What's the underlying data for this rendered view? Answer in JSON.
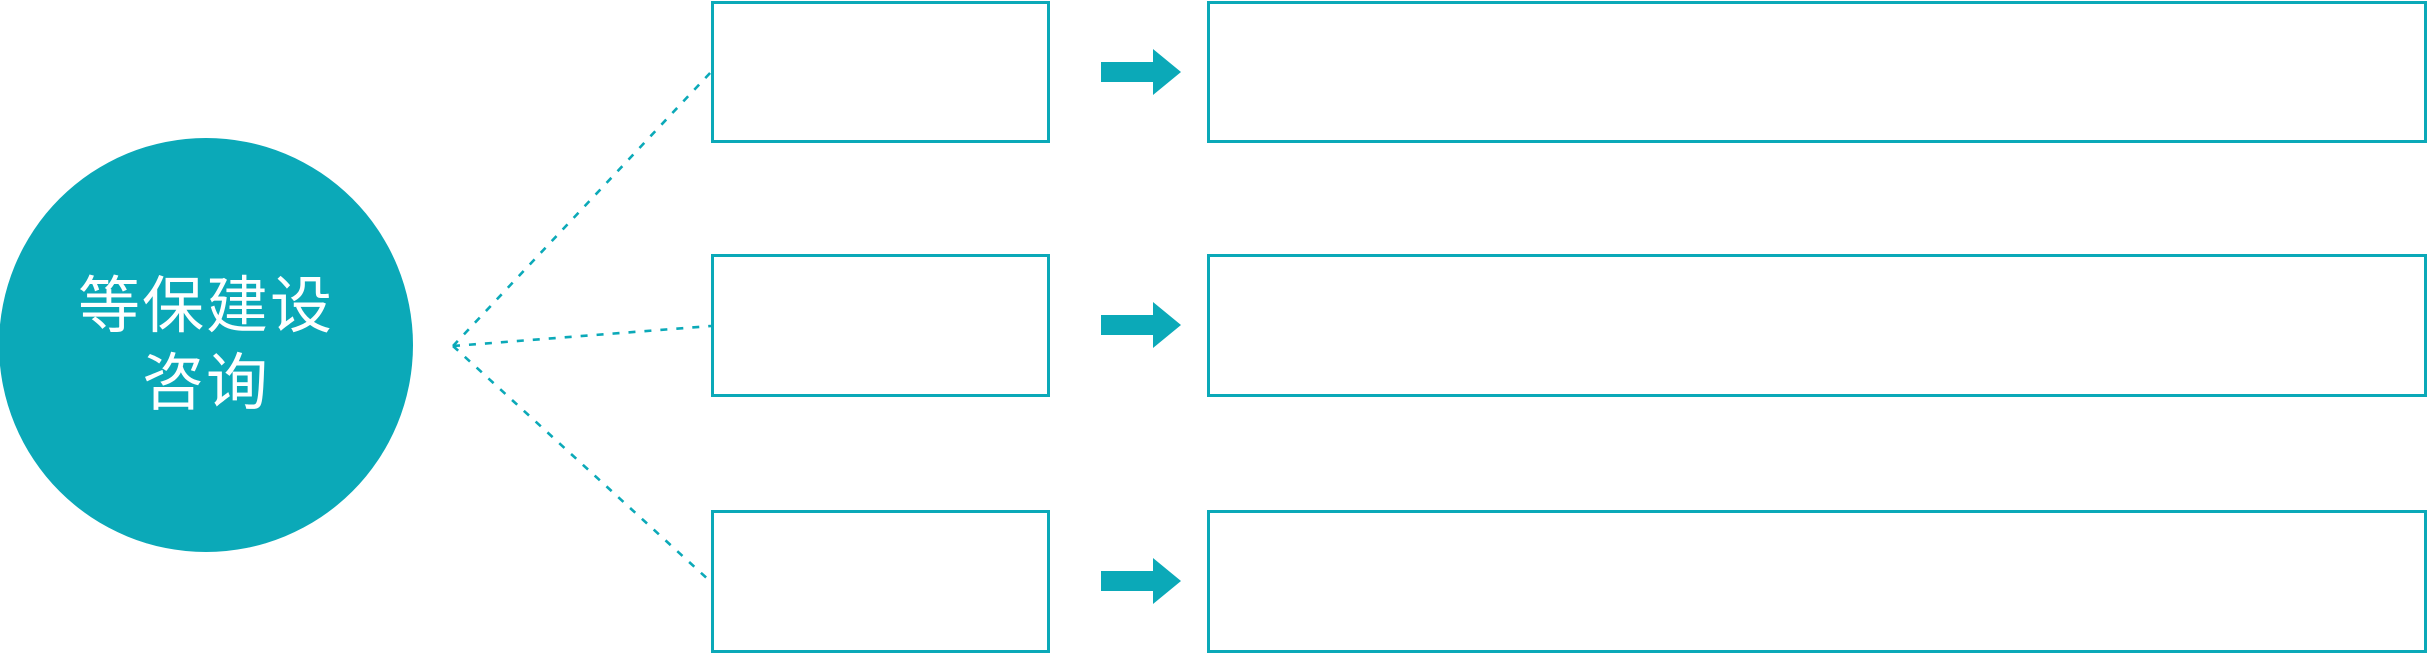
{
  "theme": {
    "accent": "#0BA9B8",
    "background": "#FFFFFF",
    "hub_text_color": "#FFFFFF"
  },
  "hub": {
    "name": "等保建设咨询",
    "lines": [
      "等保建设",
      "咨询"
    ]
  },
  "connector": {
    "style": "dotted",
    "color": "#0BA9B8",
    "branches": 3
  },
  "rows": [
    {
      "index": 1,
      "label": "",
      "detail": "",
      "arrow": "arrow-right"
    },
    {
      "index": 2,
      "label": "",
      "detail": "",
      "arrow": "arrow-right"
    },
    {
      "index": 3,
      "label": "",
      "detail": "",
      "arrow": "arrow-right"
    }
  ]
}
